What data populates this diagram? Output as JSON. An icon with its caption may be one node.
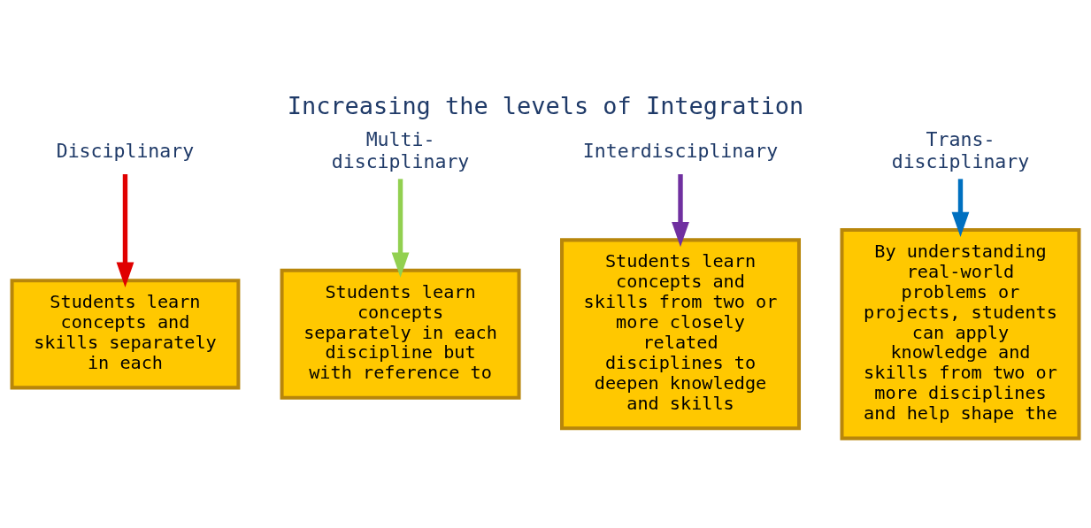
{
  "diagram": {
    "title": "Increasing the levels of Integration",
    "nodes": [
      {
        "text": [
          "Disciplinary"
        ]
      },
      {
        "text": [
          "Students learn concepts and skills separately in each"
        ]
      },
      {
        "text": [
          "Multi- disciplinary"
        ]
      },
      {
        "text": [
          "Students learn concepts separately in each discipline but with reference to"
        ]
      },
      {
        "text": [
          "Interdisciplinary"
        ]
      },
      {
        "text": [
          "Students learn concepts and skills from two or more closely related disciplines to deepen knowledge and skills"
        ]
      },
      {
        "text": [
          "Trans- disciplinary"
        ]
      },
      {
        "text": [
          "By understanding real-world problems or projects, students can apply knowledge and skills from two or more disciplines and help shape the"
        ]
      }
    ],
    "edges": [
      {
        "from": 0,
        "to": 1,
        "arrow": "to",
        "color": "#e00000"
      },
      {
        "from": 2,
        "to": 3,
        "arrow": "to",
        "color": "#92d050"
      },
      {
        "from": 4,
        "to": 5,
        "arrow": "to",
        "color": "#7030a0"
      },
      {
        "from": 6,
        "to": 7,
        "arrow": "to",
        "color": "#0070c0"
      }
    ]
  }
}
